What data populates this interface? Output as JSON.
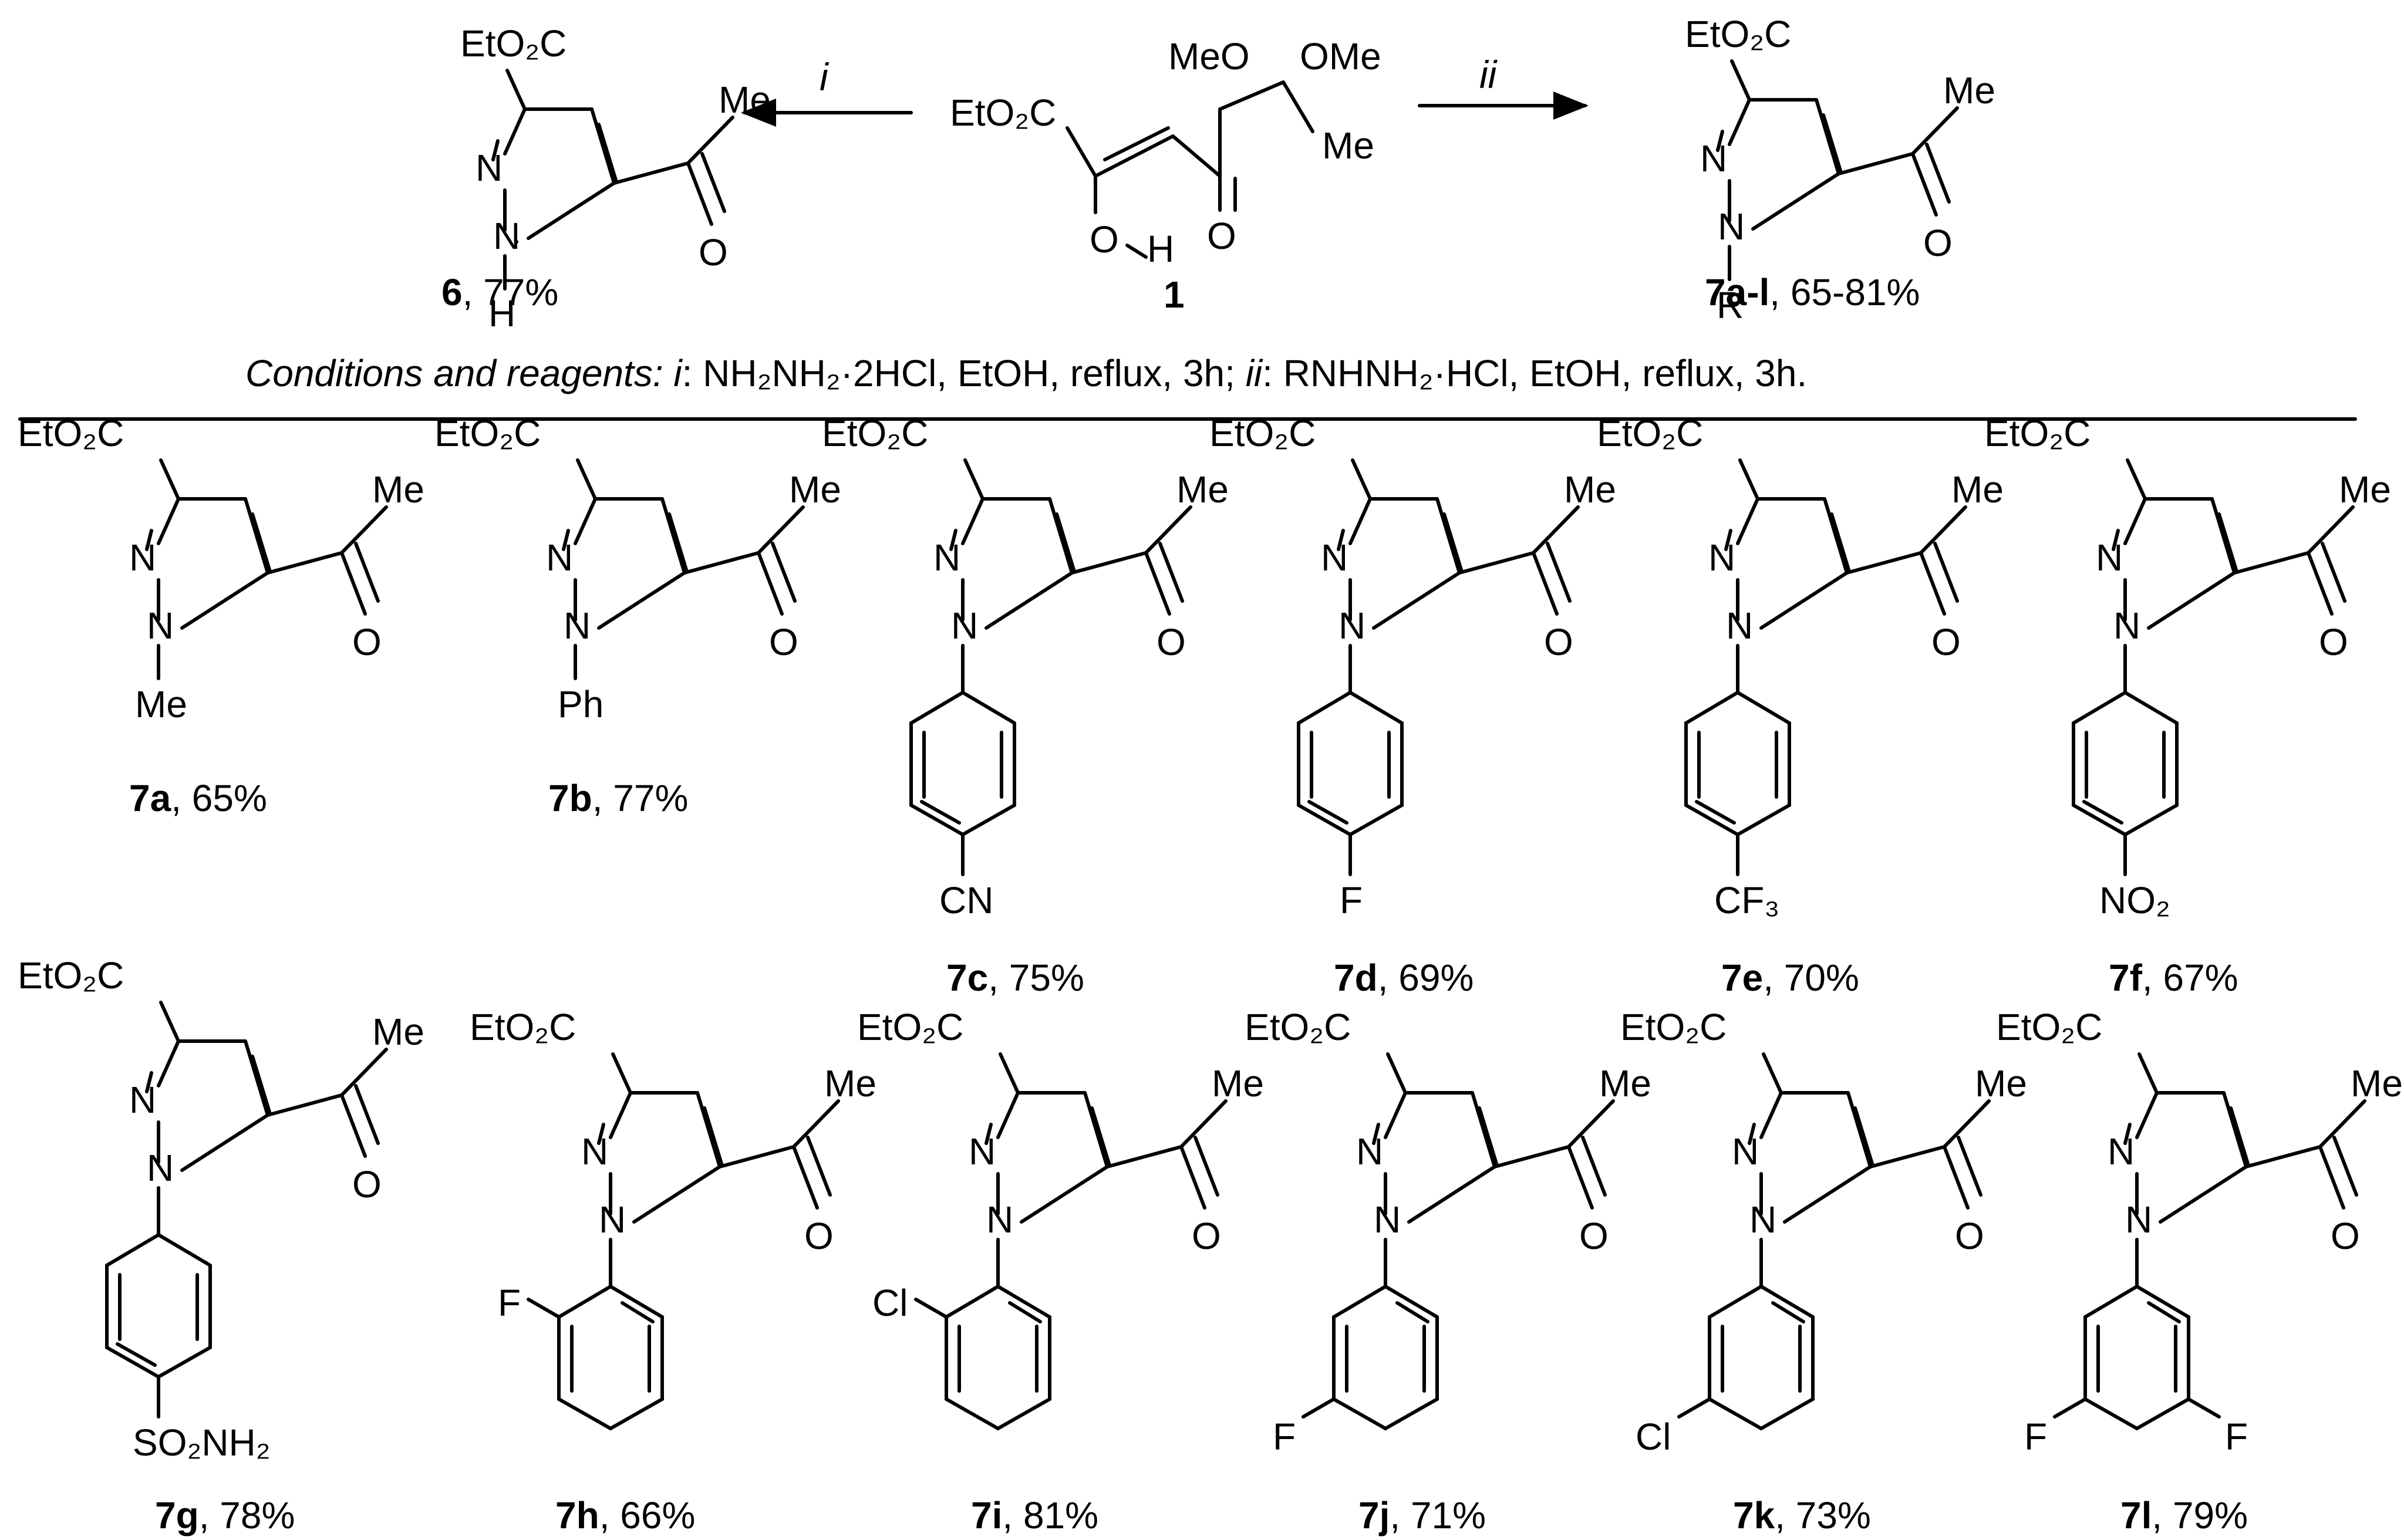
{
  "labels": {
    "ester": "EtO₂C",
    "me": "Me",
    "o": "O",
    "n": "N",
    "h": "H",
    "ome": "OMe",
    "meo": "MeO",
    "r": "R",
    "ph": "Ph",
    "cn": "CN",
    "f": "F",
    "cl": "Cl",
    "cf3": "CF₃",
    "no2": "NO₂",
    "so2nh2": "SO₂NH₂"
  },
  "reaction": {
    "arrow_i": "i",
    "arrow_ii": "ii",
    "start_num": "1",
    "prod6_num": "6",
    "prod6_yield": ", 77%",
    "prod7_num": "7a-l",
    "prod7_yield": ", 65-81%"
  },
  "conditions": {
    "lead": "Conditions and reagents: ",
    "i": "i",
    "i_text": ": NH₂NH₂·2HCl, EtOH, reflux, 3h; ",
    "ii": "ii",
    "ii_text": ": RNHNH₂·HCl, EtOH, reflux, 3h."
  },
  "compounds": [
    {
      "id": "7a",
      "yield": ", 65%"
    },
    {
      "id": "7b",
      "yield": ", 77%"
    },
    {
      "id": "7c",
      "yield": ", 75%"
    },
    {
      "id": "7d",
      "yield": ", 69%"
    },
    {
      "id": "7e",
      "yield": ", 70%"
    },
    {
      "id": "7f",
      "yield": ", 67%"
    },
    {
      "id": "7g",
      "yield": ", 78%"
    },
    {
      "id": "7h",
      "yield": ", 66%"
    },
    {
      "id": "7i",
      "yield": ", 81%"
    },
    {
      "id": "7j",
      "yield": ", 71%"
    },
    {
      "id": "7k",
      "yield": ", 73%"
    },
    {
      "id": "7l",
      "yield": ", 79%"
    }
  ]
}
